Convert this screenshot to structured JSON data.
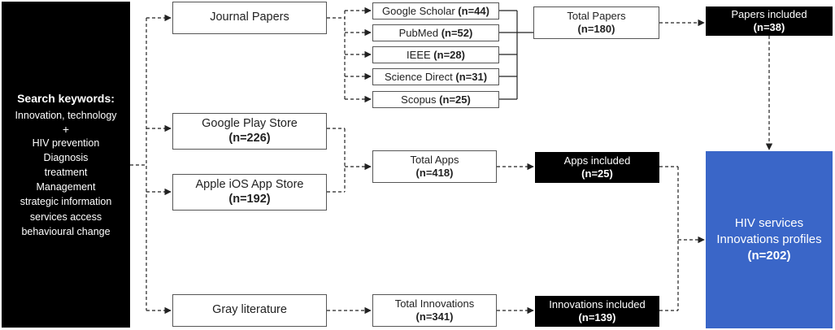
{
  "search": {
    "heading": "Search keywords:",
    "line1": "Innovation, technology",
    "plus": "+",
    "terms": [
      "HIV prevention",
      "Diagnosis",
      "treatment",
      "Management",
      "strategic information",
      "services access",
      "behavioural change"
    ]
  },
  "sources": {
    "journal": "Journal Papers",
    "play_store": {
      "label": "Google Play Store",
      "count": "(n=226)"
    },
    "ios_store": {
      "label": "Apple iOS App Store",
      "count": "(n=192)"
    },
    "gray": "Gray literature"
  },
  "databases": [
    {
      "label": "Google Scholar",
      "count": "(n=44)"
    },
    {
      "label": "PubMed",
      "count": "(n=52)"
    },
    {
      "label": "IEEE",
      "count": "(n=28)"
    },
    {
      "label": "Science Direct",
      "count": "(n=31)"
    },
    {
      "label": "Scopus",
      "count": "(n=25)"
    }
  ],
  "totals": {
    "papers": {
      "label": "Total Papers",
      "count": "(n=180)"
    },
    "apps": {
      "label": "Total Apps",
      "count": "(n=418)"
    },
    "innovations": {
      "label": "Total Innovations",
      "count": "(n=341)"
    }
  },
  "included": {
    "papers": {
      "label": "Papers included",
      "count": "(n=38)"
    },
    "apps": {
      "label": "Apps included",
      "count": "(n=25)"
    },
    "innovations": {
      "label": "Innovations included",
      "count": "(n=139)"
    }
  },
  "result": {
    "line1": "HIV services",
    "line2": "Innovations profiles",
    "count": "(n=202)"
  },
  "colors": {
    "dark_box": "#000000",
    "result_box": "#3a66c8",
    "connector": "#222222"
  }
}
